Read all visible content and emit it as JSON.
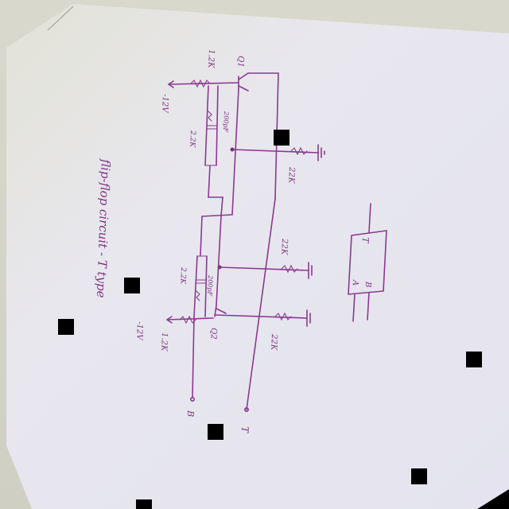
{
  "photo": {
    "description_free": true,
    "ink_color": "#8a3a8f",
    "paper_color": "#e9e8f0",
    "background_color": "#000000"
  },
  "sheet": {
    "title": "flip-flop circuit - T type",
    "symbol": {
      "input_top": "T",
      "output_a": "A",
      "output_b": "B"
    },
    "circuit": {
      "supply_top": "-12V",
      "supply_bottom": "-12V",
      "r_collector_top": "1.2K",
      "r_collector_bottom": "1.2K",
      "r_cross_top": "2.2K",
      "r_cross_bottom": "2.2K",
      "c_cross_top": "200pF",
      "c_cross_bottom": "200pF",
      "r_base_top": "22K",
      "r_base_mid": "22K",
      "r_base_bottom": "22K",
      "q_top": "Q1",
      "q_bottom": "Q2",
      "out_label": "B",
      "trigger_label": "T"
    }
  }
}
